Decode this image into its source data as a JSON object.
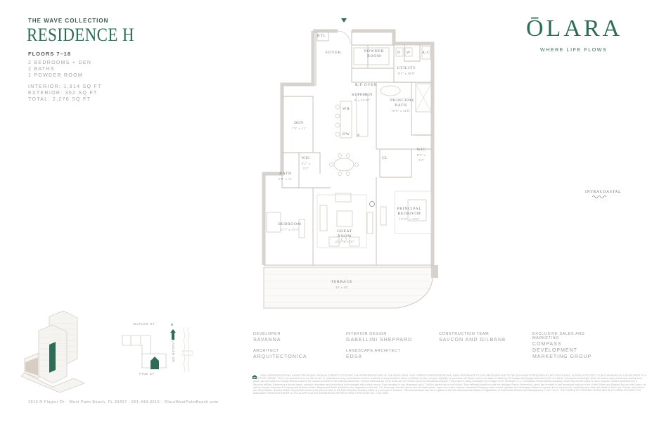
{
  "header": {
    "collection": "THE WAVE COLLECTION",
    "residence": "RESIDENCE H",
    "floors": "FLOORS 7–18",
    "rooms": [
      "2 BEDROOMS + DEN",
      "2 BATHS",
      "1 POWDER ROOM"
    ],
    "areas": [
      "INTERIOR: 1,914 SQ FT",
      "EXTERIOR: 362 SQ FT",
      "TOTAL: 2,276 SQ FT"
    ]
  },
  "brand": {
    "logo": "ŌLARA",
    "tagline": "WHERE LIFE FLOWS",
    "accent_color": "#2f6b57"
  },
  "floorplan": {
    "rooms": [
      {
        "id": "btl",
        "label": "BTL",
        "dim": ""
      },
      {
        "id": "foyer",
        "label": "FOYER",
        "dim": ""
      },
      {
        "id": "powder",
        "label": "POWDER ROOM",
        "dim": ""
      },
      {
        "id": "dryer",
        "label": "D",
        "dim": ""
      },
      {
        "id": "washer",
        "label": "W",
        "dim": ""
      },
      {
        "id": "ac",
        "label": "A/C",
        "dim": ""
      },
      {
        "id": "utility",
        "label": "UTILITY",
        "dim": "8'1\" x 10'6\""
      },
      {
        "id": "oven",
        "label": "R/F  OVEN",
        "dim": ""
      },
      {
        "id": "kitchen",
        "label": "KITCHEN",
        "dim": "9' x 12'10\""
      },
      {
        "id": "wr",
        "label": "WR",
        "dim": ""
      },
      {
        "id": "dw",
        "label": "DW",
        "dim": ""
      },
      {
        "id": "pantry",
        "label": "P",
        "dim": ""
      },
      {
        "id": "principal_bath",
        "label": "PRINCIPAL BATH",
        "dim": "10'9\" x 12'6\""
      },
      {
        "id": "den",
        "label": "DEN",
        "dim": "7'3\" x 11'"
      },
      {
        "id": "wic_left",
        "label": "WIC",
        "dim": "6'2\" x 5'3\""
      },
      {
        "id": "closet",
        "label": "CL",
        "dim": ""
      },
      {
        "id": "wic_right",
        "label": "WIC",
        "dim": "8'5\" x 5'2\""
      },
      {
        "id": "bath",
        "label": "BATH",
        "dim": "6'8\" x 11'"
      },
      {
        "id": "bedroom",
        "label": "BEDROOM",
        "dim": "11'7\" x 15'1\""
      },
      {
        "id": "great_room",
        "label": "GREAT ROOM",
        "dim": "23'4\" x 14'4\""
      },
      {
        "id": "principal_bedroom",
        "label": "PRINCIPAL BEDROOM",
        "dim": "13'11\" x 13'2\""
      },
      {
        "id": "terrace",
        "label": "TERRACE",
        "dim": "35' x 10'"
      }
    ],
    "orientation_label": "INTRACOASTAL",
    "entry_marker_icon": "triangle-down-icon"
  },
  "sitemap": {
    "street_top": "BUTLER ST",
    "street_bottom": "PINE ST",
    "street_side": "FLAGLER DR",
    "north_label": "N"
  },
  "credits": [
    {
      "role": "DEVELOPER",
      "name": "SAVANNA"
    },
    {
      "role": "INTERIOR DESIGN",
      "name": "GABELLINI SHEPPARD"
    },
    {
      "role": "CONSTRUCTION TEAM",
      "name": "SAVCON AND GILBANE"
    },
    {
      "role": "EXCLUSIVE SALES AND MARKETING",
      "name": "COMPASS DEVELOPMENT MARKETING GROUP"
    },
    {
      "role": "ARCHITECT",
      "name": "ARQUITECTONICA"
    },
    {
      "role": "LANDSCAPE ARCHITECT",
      "name": "EDSA"
    }
  ],
  "disclaimer": "ORAL REPRESENTATIONS CANNOT BE RELIED UPON AS CORRECTLY STATING THE REPRESENTATIONS OF THE DEVELOPER. FOR CORRECT REPRESENTATIONS, MAKE REFERENCE TO THIS BROCHURE AND TO THE DOCUMENTS REQUIRED BY SECTION 718.503, FLORIDA STATUTES, TO BE FURNISHED BY A DEVELOPER TO A BUYER OR LESSEE. This is not intended to be an offer to sell, or solicitation to buy, condominium units to residents of any jurisdiction where prohibited by law, and your eligibility for purchase will depend upon your state of residency. All images and designs depicted herein are artists' conceptual renderings, which are based upon preliminary development plans, and are subject to change without notice in the manner provided in the offering documents. All such materials are not to scale and are shown solely for illustrative purposes. This project is being developed by N Flagler Drive Developer, LLC, a Delaware limited liability company, which was formed solely for such purpose. Olara is sponsored by a Savanna affiliate. Savanna is a private owner, operator, developer and institutional fund manager with a track record; it has invested in and developed over 17 million square feet of real estate. Other affiliated parties include the Weingart Family Partnership, which has invested in real developed projects in the United States and England for over forty years, as well as Haynes Investment Company and Brandon Baber. Haynes and Baber assisted in the origination of the site. The Developer has the right to use the trade names, logos and marks. Haynes Investment Company have owned, operated and developed millions of square feet of commercial, residential and retail real estate in New York, Florida, and around the United States. Brandon Baber has provided some of the premier sites in the Palm Beaches. Brandon Baber is a principal of Savanna. This Condominium has been registered with the Massachusetts Board of Registration of Real Estate Brokers and Salespersons F-1377-01-01. THE COMPLETE OFFERING TERMS ARE IN A FLORIDA PROSPECTUS AVAILABLE FROM DEVELOPER. A CPS-12 APPLICATION HAS BEEN ACCEPTED IN NEW YORK STATE NO. CP21-0065.",
  "footer": {
    "address": "1919 N Flagler Dr",
    "city": "West Palm Beach, FL 33407",
    "phone": "561-448-3015",
    "website": "OlaraWestPalmBeach.com",
    "separator": "·"
  }
}
